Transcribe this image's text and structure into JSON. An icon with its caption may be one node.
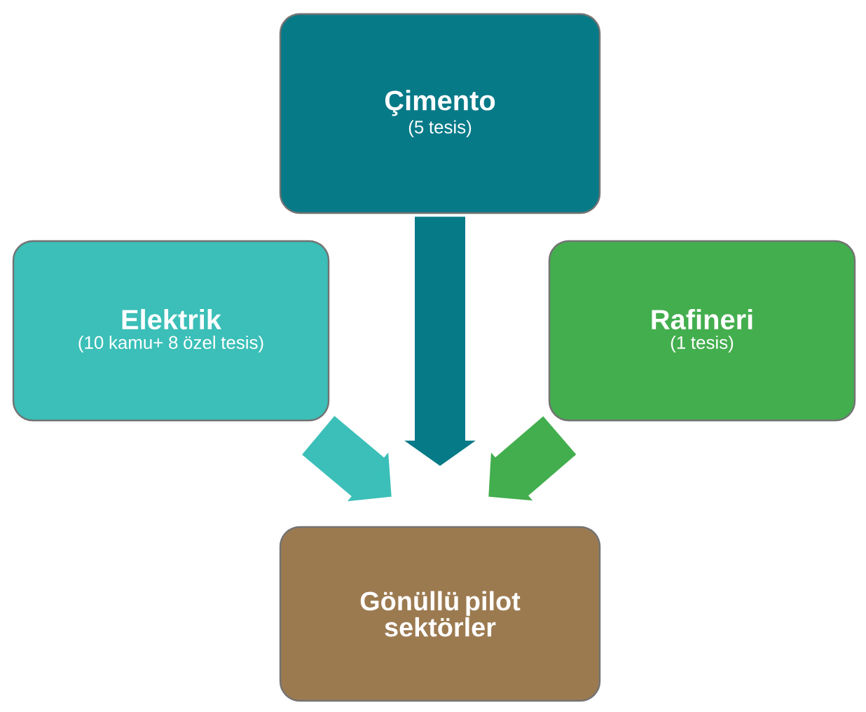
{
  "diagram": {
    "nodes": [
      {
        "text": [
          "Çimento",
          "(5 tesis)"
        ]
      },
      {
        "text": [
          "Elektrik",
          "(10 kamu+ 8 özel tesis)"
        ]
      },
      {
        "text": [
          "Rafineri",
          "(1 tesis)"
        ]
      },
      {
        "text": [
          "Gönüllü pilot sektörler"
        ]
      }
    ],
    "edges": [
      {
        "from": 0,
        "to": 3,
        "arrow": "to",
        "color": "#077a88"
      },
      {
        "from": 1,
        "to": 3,
        "arrow": "to",
        "color": "#3bbfb8"
      },
      {
        "from": 2,
        "to": 3,
        "arrow": "to",
        "color": "#43ae4e"
      }
    ]
  }
}
